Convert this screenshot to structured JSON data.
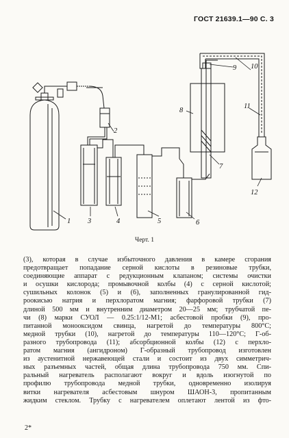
{
  "header": {
    "text": "ГОСТ 21639.1—90 С. 3"
  },
  "figure": {
    "caption": "Черт. 1",
    "labels": [
      "1",
      "2",
      "3",
      "4",
      "5",
      "6",
      "7",
      "8",
      "9",
      "10",
      "11",
      "12"
    ]
  },
  "body": {
    "lines": [
      "(3), которая в случае избыточного давления в камере сгорания",
      "предотвращает попадание серной кислоты в резиновые трубки,",
      "соединяющие аппарат с редукционным клапаном; системы очистки",
      "и осушки кислорода; промывочной колбы (4) с серной кислотой;",
      "сушильных колонок (5) и (6), заполненных гранулированной гид-",
      "роокисью натрия и перхлоратом магния; фарфоровой трубки (7)",
      "длиной 500 мм и внутренним диаметром 20—25 мм; трубчатой пе-",
      "чи (8) марки СУОЛ — 0.25:1/12-М1; асбестовой пробки (9), про-",
      "питанной монооксидом свинца, нагретой до температуры 800°C;",
      "медной трубки (10), нагретой до температуры 110—120°C; Г-об-",
      "разного трубопровода (11); абсорбционной колбы (12) с перхло-",
      "ратом магния (ангидроном) Г-образный трубопровод изготовлен",
      "из аустенитной нержавеющей стали и состоит из двух симметрич-",
      "ных разъемных частей, общая длина трубопровода 750 мм. Спи-",
      "ральный нагреватель располагают вокруг и вдоль изогнутой по",
      "профилю трубопровода медной трубки, одновременно изолируя",
      "витки нагревателя асбестовым шнуром ШАОН-3, пропитанным",
      "жидким стеклом. Трубку с нагревателем оплетают лентой из фто-"
    ]
  },
  "footer": {
    "page_mark": "2*"
  }
}
